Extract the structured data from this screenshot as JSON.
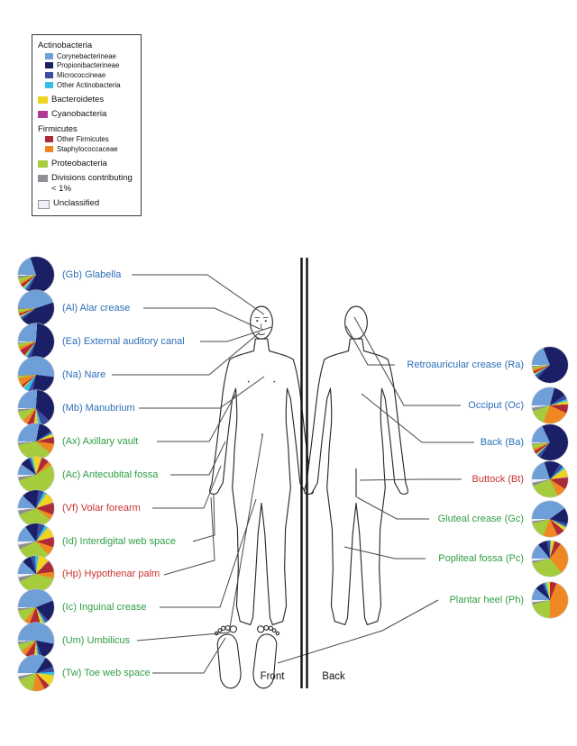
{
  "figure_labels": {
    "front": "Front",
    "back": "Back"
  },
  "site_categories": {
    "sebaceous": "#2b6fb7",
    "moist": "#2f9e44",
    "dry": "#c8322f"
  },
  "legend": {
    "items": [
      {
        "label": "Actinobacteria",
        "header": true
      },
      {
        "label": "Corynebacterineae",
        "taxon": 0,
        "sub": true
      },
      {
        "label": "Propionibacterineae",
        "taxon": 1,
        "sub": true
      },
      {
        "label": "Micrococcineae",
        "taxon": 2,
        "sub": true
      },
      {
        "label": "Other Actinobacteria",
        "taxon": 3,
        "sub": true
      },
      {
        "label": "Bacteroidetes",
        "taxon": 4
      },
      {
        "label": "Cyanobacteria",
        "taxon": 5
      },
      {
        "label": "Firmicutes",
        "header": true
      },
      {
        "label": "Other Firmicutes",
        "taxon": 6,
        "sub": true
      },
      {
        "label": "Staphylococcaceae",
        "taxon": 7,
        "sub": true
      },
      {
        "label": "Proteobacteria",
        "taxon": 8
      },
      {
        "label": "Divisions contributing < 1%",
        "taxon": 9
      },
      {
        "label": "Unclassified",
        "taxon": 10,
        "outlined": true
      }
    ]
  },
  "chart_data": {
    "type": "pie",
    "taxa": [
      "Corynebacterineae",
      "Propionibacterineae",
      "Micrococcineae",
      "Other Actinobacteria",
      "Bacteroidetes",
      "Cyanobacteria",
      "Other Firmicutes",
      "Staphylococcaceae",
      "Proteobacteria",
      "Divisions contributing < 1%",
      "Unclassified"
    ],
    "taxa_colors": [
      "#6f9fd8",
      "#1b2066",
      "#3d4ba0",
      "#36c0e8",
      "#eed31f",
      "#b13a97",
      "#ad2b38",
      "#ef8822",
      "#a4cc3c",
      "#8f9096",
      "#eef1f6"
    ],
    "left_sites": [
      {
        "label": "(Gb) Glabella",
        "category": "sebaceous",
        "values": [
          20,
          62,
          3,
          2,
          1,
          0,
          3,
          2,
          4,
          2,
          1
        ]
      },
      {
        "label": "(Al) Alar crease",
        "category": "sebaceous",
        "values": [
          45,
          44,
          2,
          1,
          1,
          0,
          2,
          1,
          3,
          1,
          0
        ]
      },
      {
        "label": "(Ea) External auditory canal",
        "category": "sebaceous",
        "values": [
          26,
          54,
          3,
          2,
          1,
          0,
          6,
          3,
          3,
          1,
          1
        ]
      },
      {
        "label": "(Na) Nare",
        "category": "sebaceous",
        "values": [
          52,
          26,
          4,
          5,
          1,
          0,
          2,
          7,
          2,
          1,
          0
        ]
      },
      {
        "label": "(Mb) Manubrium",
        "category": "sebaceous",
        "values": [
          26,
          36,
          8,
          3,
          4,
          1,
          5,
          5,
          9,
          2,
          1
        ]
      },
      {
        "label": "(Ax) Axillary vault",
        "category": "moist",
        "values": [
          28,
          12,
          2,
          1,
          3,
          0,
          6,
          9,
          36,
          2,
          1
        ]
      },
      {
        "label": "(Ac) Antecubital fossa",
        "category": "moist",
        "values": [
          10,
          8,
          2,
          2,
          8,
          1,
          6,
          4,
          54,
          3,
          2
        ]
      },
      {
        "label": "(Vf) Volar forearm",
        "category": "dry",
        "values": [
          12,
          15,
          5,
          3,
          10,
          1,
          10,
          5,
          33,
          4,
          2
        ]
      },
      {
        "label": "(Id) Interdigital web space",
        "category": "moist",
        "values": [
          15,
          12,
          6,
          3,
          10,
          1,
          8,
          8,
          30,
          4,
          3
        ]
      },
      {
        "label": "(Hp) Hypothenar palm",
        "category": "dry",
        "values": [
          12,
          8,
          4,
          3,
          10,
          1,
          10,
          6,
          39,
          4,
          3
        ]
      },
      {
        "label": "(Ic) Inguinal crease",
        "category": "moist",
        "values": [
          44,
          19,
          3,
          2,
          3,
          0,
          10,
          5,
          11,
          2,
          1
        ]
      },
      {
        "label": "(Um) Umbilicus",
        "category": "moist",
        "values": [
          53,
          16,
          3,
          2,
          3,
          0,
          8,
          5,
          7,
          2,
          1
        ]
      },
      {
        "label": "(Tw) Toe web space",
        "category": "moist",
        "values": [
          34,
          10,
          5,
          3,
          10,
          0,
          5,
          11,
          16,
          3,
          3
        ]
      }
    ],
    "right_sites": [
      {
        "label": "Retroauricular crease (Ra)",
        "category": "sebaceous",
        "values": [
          19,
          68,
          3,
          1,
          1,
          0,
          2,
          2,
          2,
          1,
          1
        ]
      },
      {
        "label": "Occiput (Oc)",
        "category": "sebaceous",
        "values": [
          29,
          11,
          4,
          2,
          3,
          0,
          8,
          24,
          14,
          3,
          2
        ]
      },
      {
        "label": "Back (Ba)",
        "category": "sebaceous",
        "values": [
          18,
          66,
          3,
          1,
          1,
          0,
          3,
          2,
          4,
          1,
          1
        ]
      },
      {
        "label": "Buttock (Bt)",
        "category": "dry",
        "values": [
          20,
          14,
          4,
          2,
          8,
          1,
          10,
          9,
          26,
          3,
          3
        ]
      },
      {
        "label": "Gluteal crease (Gc)",
        "category": "moist",
        "values": [
          40,
          14,
          3,
          1,
          3,
          0,
          7,
          13,
          15,
          2,
          2
        ]
      },
      {
        "label": "Popliteal fossa (Pc)",
        "category": "moist",
        "values": [
          14,
          8,
          3,
          1,
          3,
          0,
          6,
          29,
          32,
          2,
          2
        ]
      },
      {
        "label": "Plantar heel (Ph)",
        "category": "moist",
        "values": [
          11,
          7,
          2,
          2,
          3,
          0,
          6,
          44,
          21,
          2,
          2
        ]
      }
    ]
  }
}
